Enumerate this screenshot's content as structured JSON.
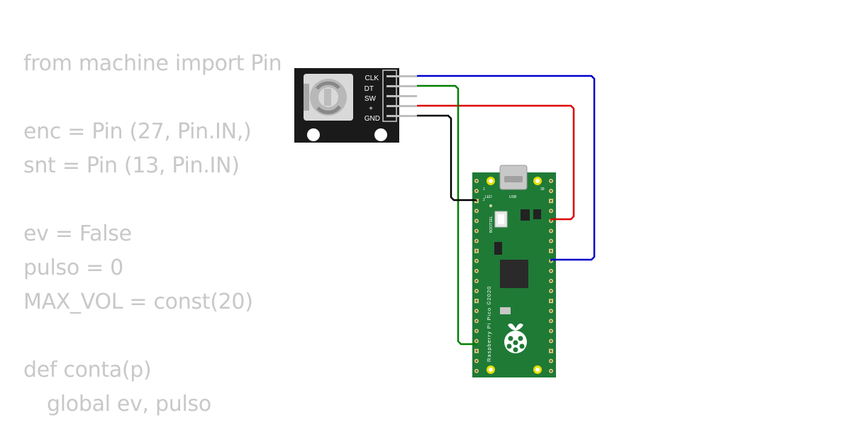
{
  "code": {
    "lines": [
      "from machine import Pin",
      "",
      "enc = Pin (27, Pin.IN,)",
      "snt = Pin (13, Pin.IN)",
      "",
      "ev = False",
      "pulso = 0",
      "MAX_VOL = const(20)",
      "",
      "def conta(p)",
      "global ev, pulso"
    ]
  },
  "encoder": {
    "pins": [
      "CLK",
      "DT",
      "SW",
      "+",
      "GND"
    ]
  },
  "pico": {
    "usb_label": "USB",
    "led_label": "LED",
    "bootsel_label": "BOOTSEL",
    "pin_first": "1",
    "pin_second": "2",
    "pin_last": "39",
    "board_text": "Raspberry Pi Pico ©2020"
  },
  "colors": {
    "wire_clk": "#0000cc",
    "wire_dt": "#008000",
    "wire_plus": "#dd0000",
    "wire_gnd": "#000000",
    "pcb": "#1f7a36",
    "encoder_board": "#1a1a1a"
  }
}
